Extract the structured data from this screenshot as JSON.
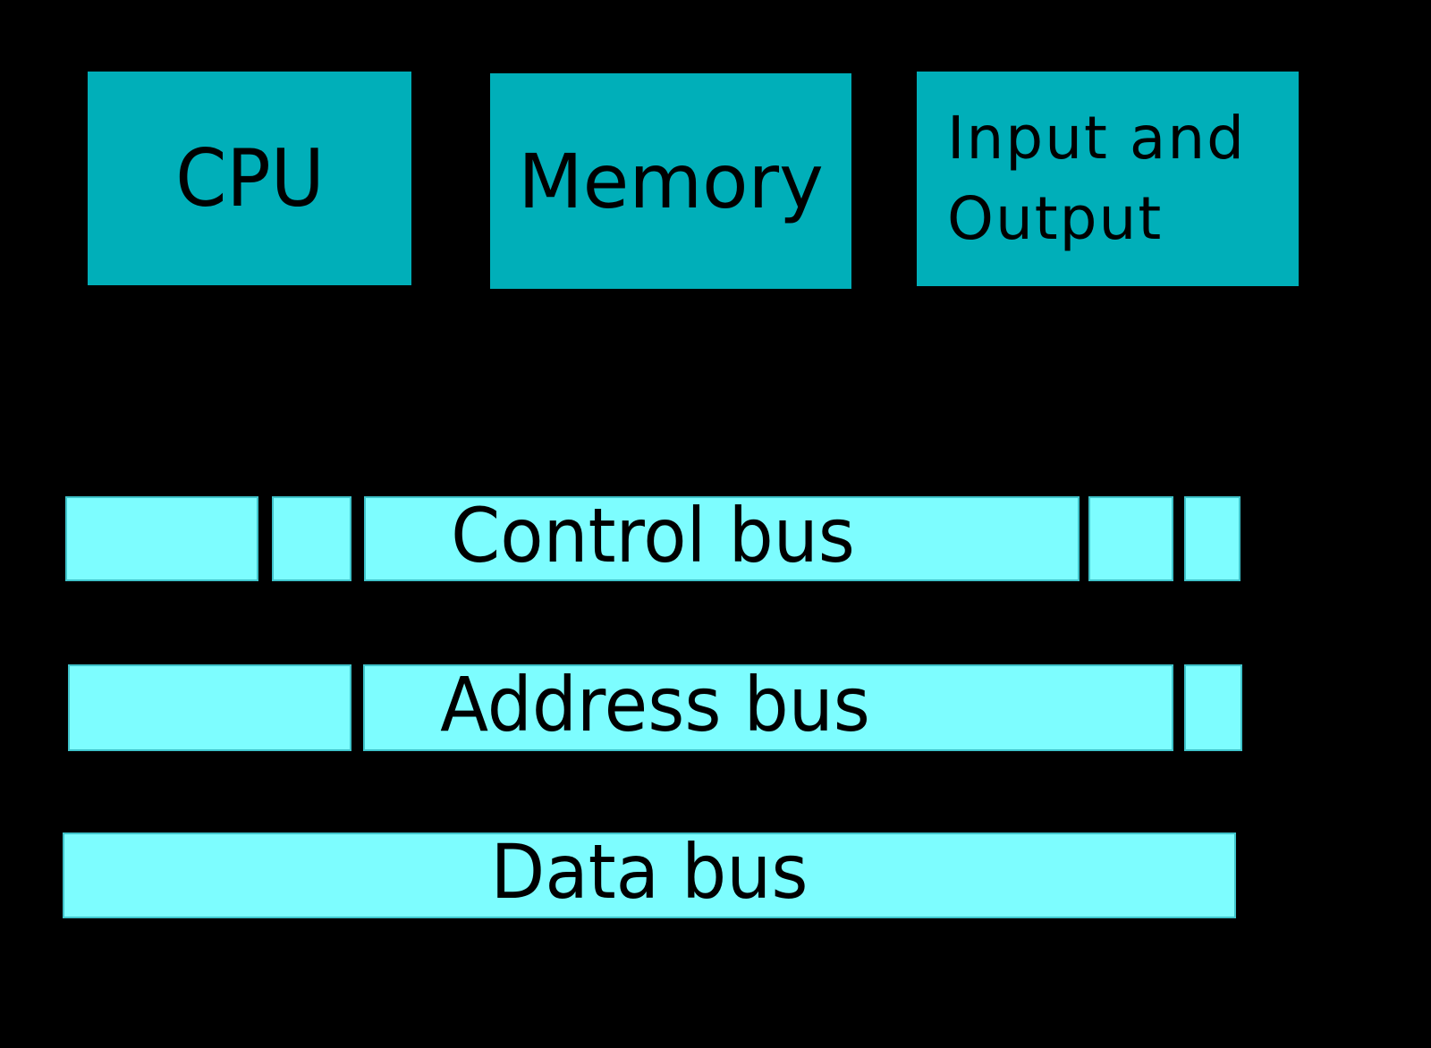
{
  "diagram": {
    "components": [
      {
        "id": "cpu",
        "label": "CPU"
      },
      {
        "id": "memory",
        "label": "Memory"
      },
      {
        "id": "io",
        "label": "Input and\nOutput"
      }
    ],
    "buses": [
      {
        "id": "control",
        "label": "Control bus"
      },
      {
        "id": "address",
        "label": "Address bus"
      },
      {
        "id": "data",
        "label": "Data bus"
      }
    ],
    "colors": {
      "background": "#000000",
      "component_fill": "#00afb9",
      "bus_fill": "#7dfdff",
      "bus_border": "#3fc3ca",
      "text": "#000000"
    }
  }
}
